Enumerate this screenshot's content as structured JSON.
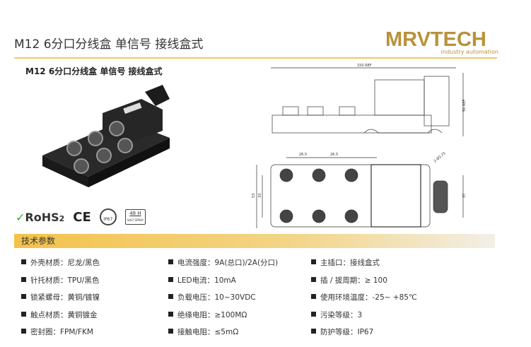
{
  "header": {
    "title": "M12 6分口分线盒 单信号 接线盒式",
    "brand": "MRVTECH",
    "brand_tagline": "industry automation"
  },
  "product": {
    "subtitle": "M12 6分口分线盒 单信号 接线盒式"
  },
  "certifications": {
    "rohs": "RoHS",
    "rohs_sub": "2",
    "ce": "CE",
    "ip": "IP67",
    "salt_top": "48 H",
    "salt_bottom": "SALT SPRAY"
  },
  "drawing": {
    "length": "150 REF",
    "height": "50 REF",
    "pitch1": "26.5",
    "pitch2": "26.5",
    "width": "53",
    "inner_width": "33",
    "cable_width": "37",
    "hole": "2-Ø2.25"
  },
  "section": {
    "title": "技术参数"
  },
  "specs": {
    "col1": [
      "外壳材质：尼龙/黑色",
      "针托材质：TPU/黑色",
      "锁紧螺母：黄铜/镀镍",
      "触点材质：黄铜镀金",
      "密封圈：FPM/FKM"
    ],
    "col2": [
      "电流强度：9A(总口)/2A(分口)",
      "LED电流：10mA",
      "负载电压：10~30VDC",
      "绝缘电阻：≥100MΩ",
      "接触电阻：≤5mΩ"
    ],
    "col3": [
      "主插口：接线盒式",
      "插 / 拔周期：≥ 100",
      "使用环境温度：-25~ +85℃",
      "污染等级：3",
      "防护等级：IP67"
    ]
  }
}
